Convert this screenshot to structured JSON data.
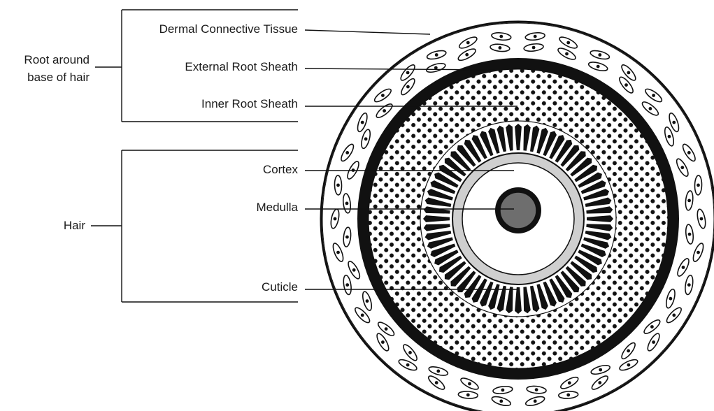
{
  "groups": {
    "root": "Root around\nbase of hair",
    "hair": "Hair"
  },
  "labels": {
    "dermal": "Dermal Connective Tissue",
    "external": "External Root Sheath",
    "inner": "Inner Root Sheath",
    "cortex": "Cortex",
    "medulla": "Medulla",
    "cuticle": "Cuticle"
  },
  "colors": {
    "ink": "#111111",
    "medulla_fill": "#6e6e6e",
    "cortex_ring": "#cfcfcf",
    "background": "#ffffff"
  }
}
